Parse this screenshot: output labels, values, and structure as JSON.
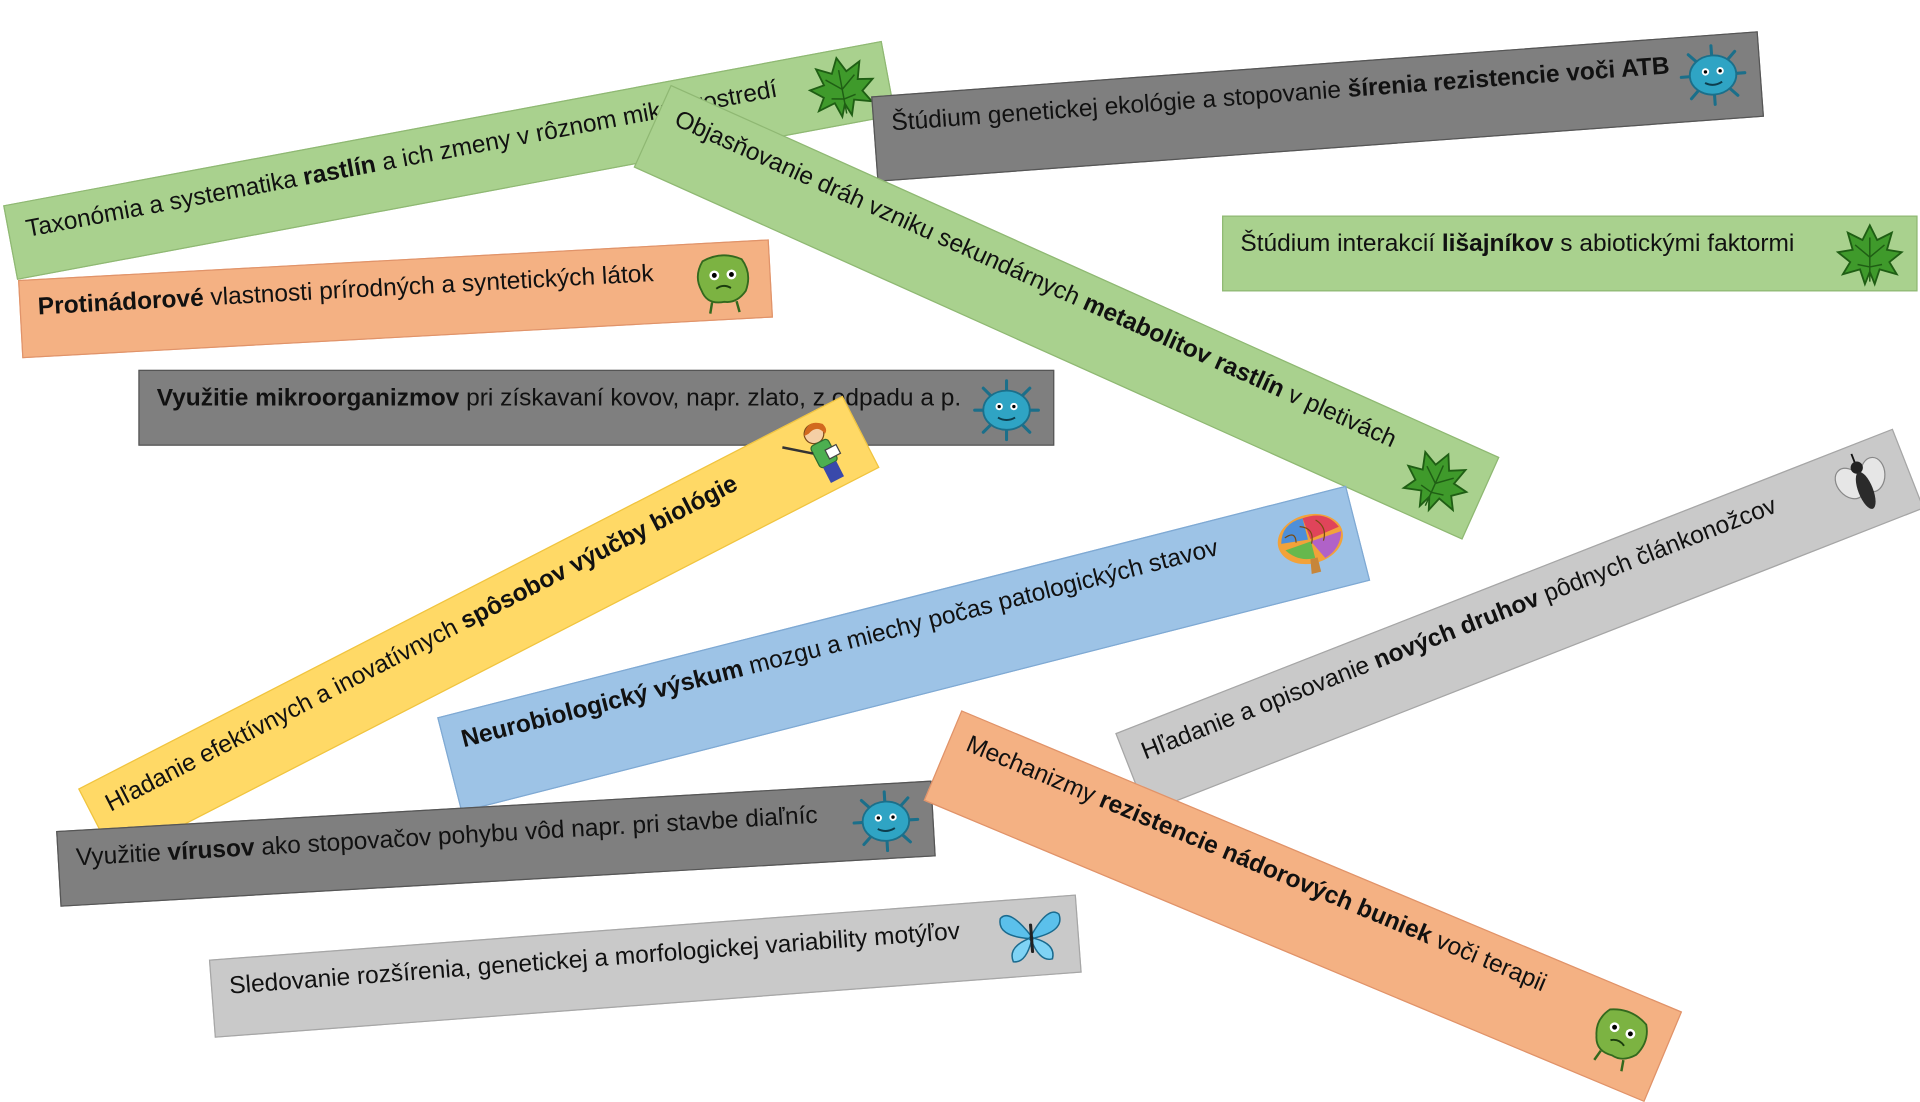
{
  "strips": [
    {
      "pre": "Taxonómia a systematika ",
      "bold": "rastlín",
      "post": " a ich zmeny v rôznom mikroprostredí",
      "icon": "leaf-icon"
    },
    {
      "pre": "Štúdium genetickej ekológie a stopovanie ",
      "bold": "šírenia rezistencie voči ATB",
      "post": "",
      "icon": "virus-icon"
    },
    {
      "pre": "Objasňovanie dráh vzniku sekundárnych ",
      "bold": "metabolitov rastlín",
      "post": " v pletivách",
      "icon": "leaf-icon"
    },
    {
      "pre": "Štúdium interakcií ",
      "bold": "lišajníkov",
      "post": " s abiotickými faktormi",
      "icon": "leaf-icon"
    },
    {
      "pre": "",
      "bold": "Protinádorové",
      "post": " vlastnosti prírodných a syntetických látok",
      "icon": "tumor-cell-icon"
    },
    {
      "pre": "",
      "bold": "Využitie mikroorganizmov",
      "post": " pri získavaní kovov, napr. zlato, z odpadu a p.",
      "icon": "virus-icon"
    },
    {
      "pre": "Hľadanie efektívnych a inovatívnych ",
      "bold": "spôsobov výučby biológie",
      "post": "",
      "icon": "teacher-icon"
    },
    {
      "pre": "",
      "bold": "Neurobiologický výskum",
      "post": " mozgu a miechy počas patologických stavov",
      "icon": "brain-icon"
    },
    {
      "pre": "Hľadanie a opisovanie ",
      "bold": "nových druhov",
      "post": " pôdnych článkonožcov",
      "icon": "insect-icon"
    },
    {
      "pre": "Využitie ",
      "bold": "vírusov",
      "post": " ako stopovačov pohybu vôd napr. pri stavbe diaľníc",
      "icon": "virus-icon"
    },
    {
      "pre": "Mechanizmy ",
      "bold": "rezistencie nádorových buniek",
      "post": " voči terapii",
      "icon": "tumor-cell-icon"
    },
    {
      "pre": "Sledovanie rozšírenia, genetickej a morfologickej variability motýľov",
      "bold": "",
      "post": "",
      "icon": "butterfly-icon"
    }
  ],
  "colors": {
    "green": "#a9d18e",
    "gray": "#7f7f7f",
    "light_gray": "#c9c9c9",
    "salmon": "#f4b183",
    "yellow": "#ffd966",
    "blue": "#9dc3e6"
  }
}
